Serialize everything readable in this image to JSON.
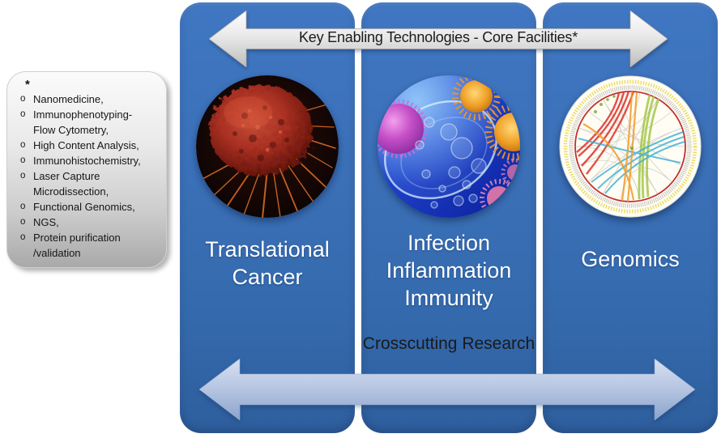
{
  "top_arrow": {
    "label": "Key Enabling Technologies - Core Facilities*"
  },
  "bottom_arrow": {
    "label": "Crosscutting Research"
  },
  "callout": {
    "marker": "*",
    "bullet_char": "o",
    "items": [
      "Nanomedicine,",
      "Immunophenotyping-\nFlow Cytometry,",
      "High Content Analysis,",
      "Immunohistochemistry,",
      "Laser Capture\nMicrodissection,",
      "Functional Genomics,",
      "NGS,",
      "Protein purification\n/validation"
    ]
  },
  "pillars": [
    {
      "label": "Translational\nCancer",
      "image": "cancer-cell-photo"
    },
    {
      "label": "Infection\nInflammation\nImmunity",
      "image": "cells-and-viruses-photo"
    },
    {
      "label": "Genomics",
      "image": "circos-genome-plot"
    }
  ],
  "colors": {
    "pillar_blue_top": "#4077c2",
    "pillar_blue_bottom": "#2e5e9d",
    "top_arrow_light": "#fcfcfc",
    "top_arrow_dark": "#bcbcbc",
    "bottom_arrow_light": "#d6e0f1",
    "bottom_arrow_dark": "#8aa3cd",
    "callout_top": "#fbfbfb",
    "callout_bottom": "#a9a9a9",
    "pillar_text": "#ffffff",
    "arrow_text": "#1a1a1a"
  }
}
